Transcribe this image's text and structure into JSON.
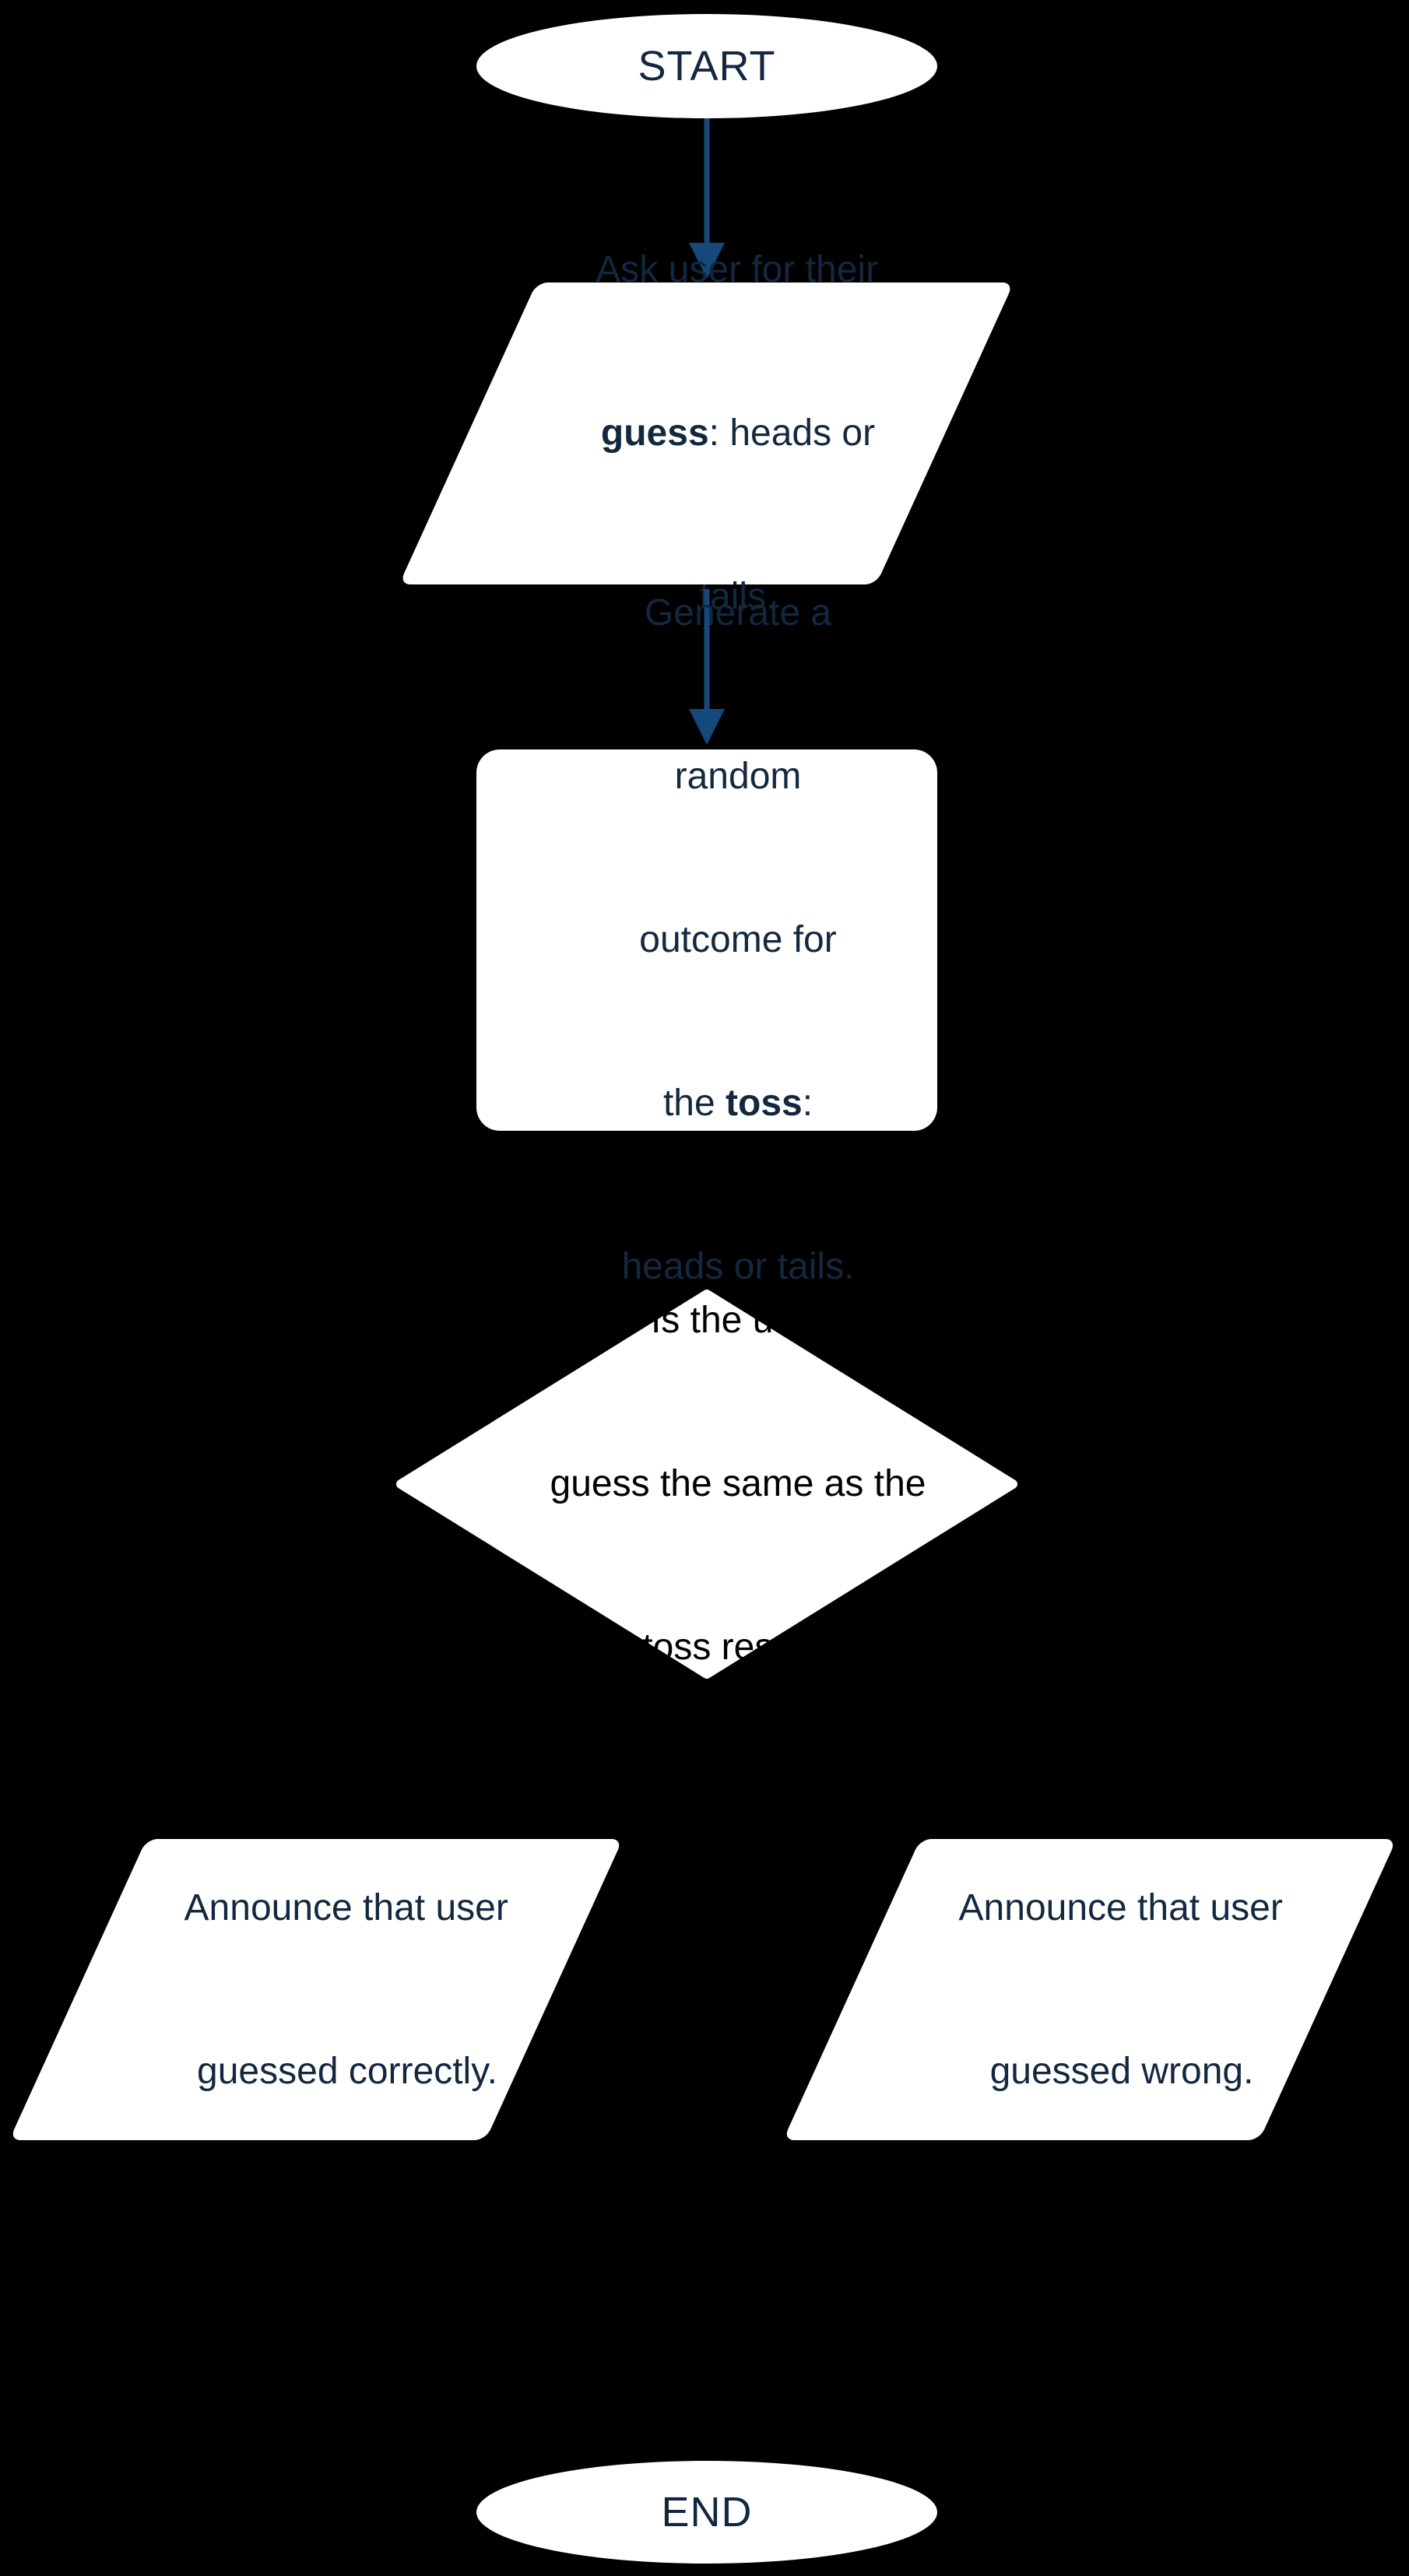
{
  "colors": {
    "background": "#000000",
    "shape_fill": "#FFFFFF",
    "text_primary": "#13283F",
    "text_decision": "#000000",
    "arrow": "#15497B"
  },
  "nodes": {
    "start": {
      "label": "START"
    },
    "input": {
      "lines": [
        [
          {
            "t": "Ask user for their",
            "bold": false
          }
        ],
        [
          {
            "t": "guess",
            "bold": true
          },
          {
            "t": ": heads or",
            "bold": false
          }
        ],
        [
          {
            "t": "tails.",
            "bold": false
          }
        ]
      ]
    },
    "process": {
      "lines": [
        [
          {
            "t": "Generate a",
            "bold": false
          }
        ],
        [
          {
            "t": "random",
            "bold": false
          }
        ],
        [
          {
            "t": "outcome for",
            "bold": false
          }
        ],
        [
          {
            "t": "the ",
            "bold": false
          },
          {
            "t": "toss",
            "bold": true
          },
          {
            "t": ":",
            "bold": false
          }
        ],
        [
          {
            "t": "heads or tails.",
            "bold": false
          }
        ]
      ]
    },
    "decision": {
      "lines": [
        [
          {
            "t": "Is the user",
            "bold": false
          }
        ],
        [
          {
            "t": "guess the same as the",
            "bold": false
          }
        ],
        [
          {
            "t": "toss result?",
            "bold": false
          }
        ]
      ]
    },
    "announce_correct": {
      "lines": [
        [
          {
            "t": "Announce that user",
            "bold": false
          }
        ],
        [
          {
            "t": "guessed correctly.",
            "bold": false
          }
        ]
      ]
    },
    "announce_wrong": {
      "lines": [
        [
          {
            "t": "Announce that user",
            "bold": false
          }
        ],
        [
          {
            "t": "guessed wrong.",
            "bold": false
          }
        ]
      ]
    },
    "end": {
      "label": "END"
    }
  }
}
